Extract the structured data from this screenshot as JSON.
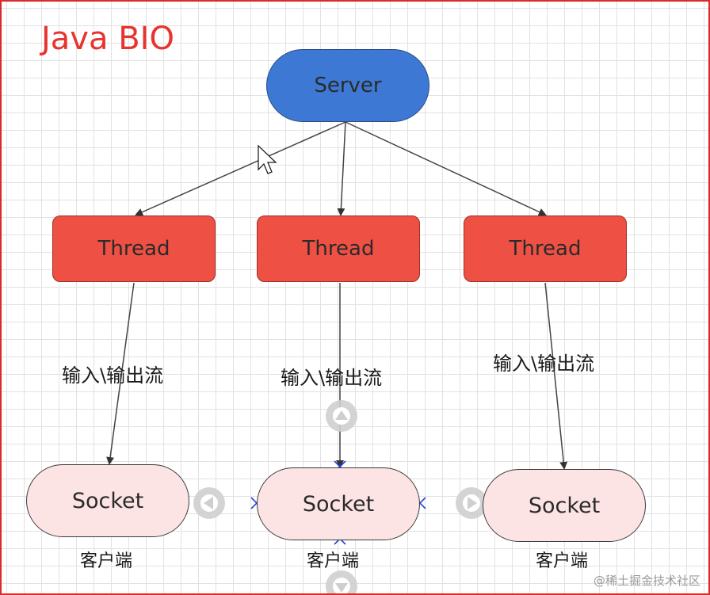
{
  "title": "Java BIO",
  "server": {
    "label": "Server"
  },
  "threads": [
    {
      "label": "Thread"
    },
    {
      "label": "Thread"
    },
    {
      "label": "Thread"
    }
  ],
  "streams": [
    {
      "label": "输入\\输出流"
    },
    {
      "label": "输入\\输出流"
    },
    {
      "label": "输入\\输出流"
    }
  ],
  "sockets": [
    {
      "label": "Socket",
      "caption": "客户端"
    },
    {
      "label": "Socket",
      "caption": "客户端"
    },
    {
      "label": "Socket",
      "caption": "客户端"
    }
  ],
  "watermark": "@稀土掘金技术社区",
  "colors": {
    "title": "#e8332e",
    "server": "#3d79d4",
    "thread": "#ee5044",
    "socket": "#fde4e4",
    "border": "#d92b2b",
    "handle": "#cfcfcf",
    "cross": "#2244dd"
  },
  "icons": [
    "mouse-pointer-icon",
    "up-arrow-handle-icon",
    "down-arrow-handle-icon",
    "left-arrow-handle-icon",
    "right-arrow-handle-icon",
    "connection-point-icon"
  ]
}
